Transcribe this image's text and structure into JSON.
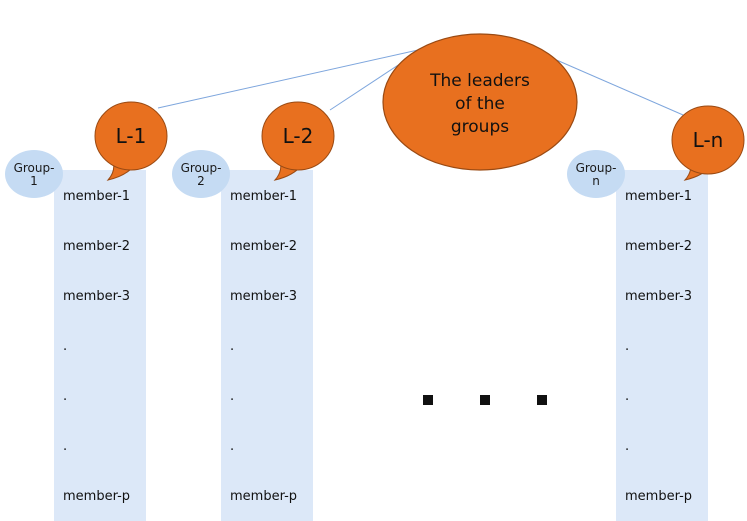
{
  "leader": {
    "lines": [
      "The leaders",
      "of the",
      "groups"
    ]
  },
  "groups": [
    {
      "label_lines": [
        "Group-",
        "1"
      ],
      "leader_label": "L-1",
      "members": [
        "member-1",
        "member-2",
        "member-3",
        ".",
        ".",
        ".",
        "member-p"
      ]
    },
    {
      "label_lines": [
        "Group-",
        "2"
      ],
      "leader_label": "L-2",
      "members": [
        "member-1",
        "member-2",
        "member-3",
        ".",
        ".",
        ".",
        "member-p"
      ]
    },
    {
      "label_lines": [
        "Group-",
        "n"
      ],
      "leader_label": "L-n",
      "members": [
        "member-1",
        "member-2",
        "member-3",
        ".",
        ".",
        ".",
        "member-p"
      ]
    }
  ],
  "colors": {
    "leader_fill": "#e8701f",
    "leader_stroke": "#9a4a13",
    "member_column": "#dce8f8",
    "group_bubble": "#c5dbf3",
    "connector": "#7ea6dd",
    "ellipsis_dot": "#111111"
  }
}
